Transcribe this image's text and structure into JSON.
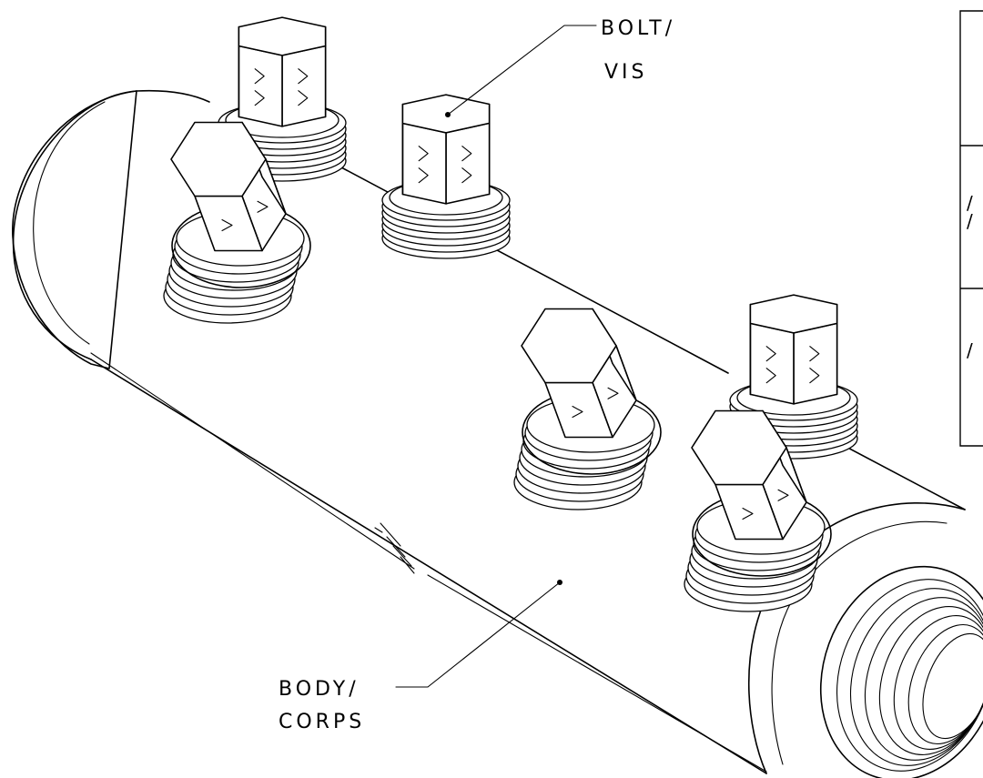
{
  "callouts": {
    "bolt": {
      "line1": "BOLT/",
      "line2": "VIS"
    },
    "body": {
      "line1": "BODY/",
      "line2": "CORPS"
    }
  },
  "table": {
    "row2_marks": [
      "/",
      "/"
    ],
    "row3_mark": "/"
  }
}
